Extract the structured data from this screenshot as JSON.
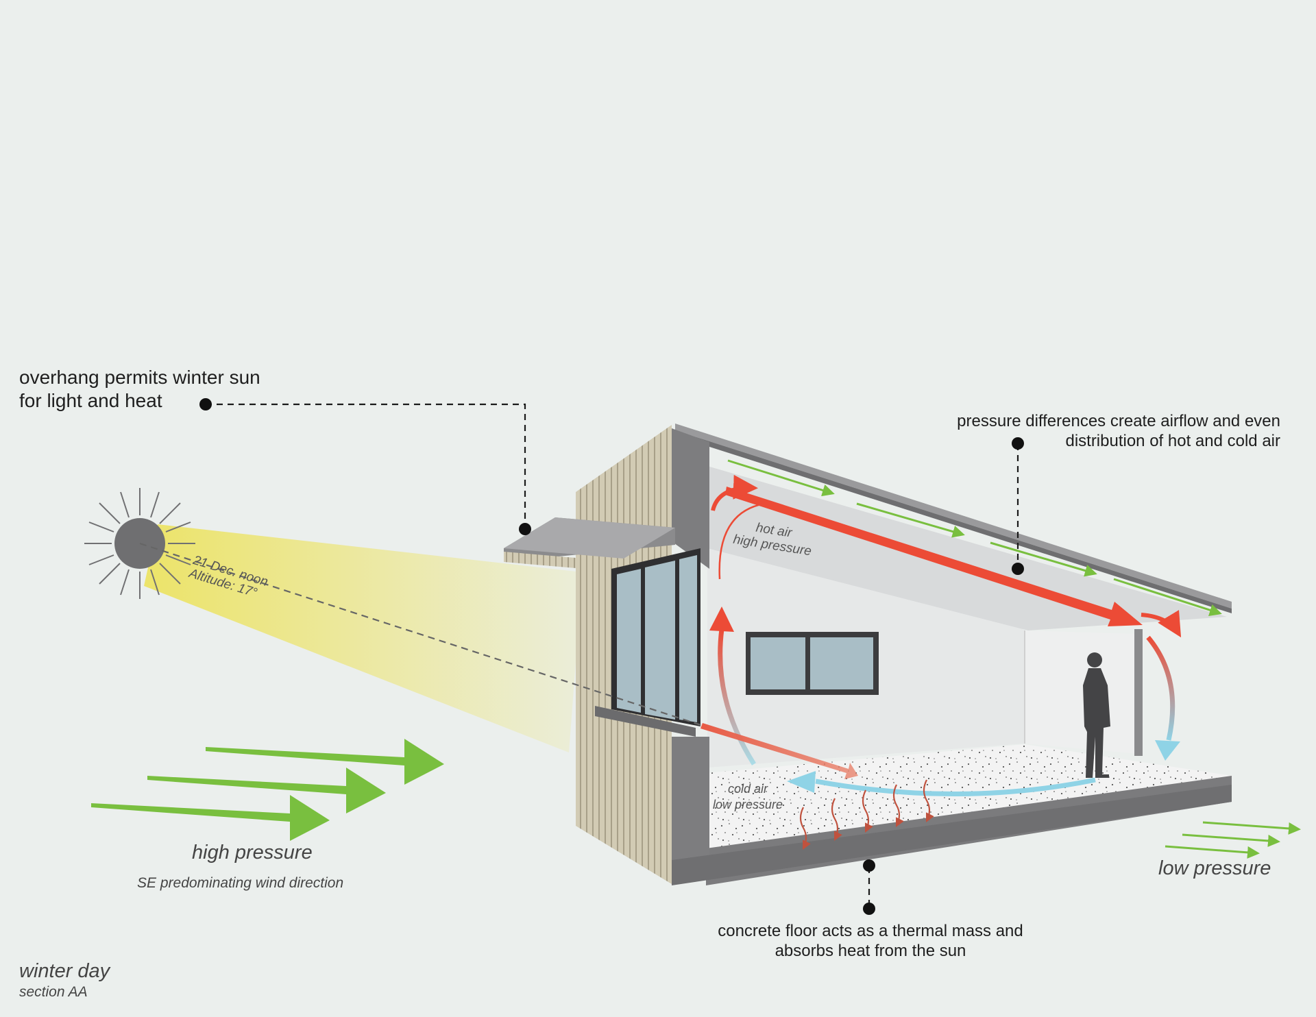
{
  "callouts": {
    "overhang": [
      "overhang permits winter sun",
      "for light and heat"
    ],
    "pressure": [
      "pressure differences create airflow and even",
      "distribution of hot and cold air"
    ],
    "floor": [
      "concrete floor acts as a thermal mass and",
      "absorbs heat from the sun"
    ]
  },
  "sun": {
    "date_label": "21 Dec. noon",
    "altitude_label": "Altitude: 17°"
  },
  "wind": {
    "high_pressure": "high pressure",
    "direction": "SE predominating wind direction",
    "low_pressure": "low pressure"
  },
  "interior": {
    "hot_air": "hot air",
    "hot_pressure": "high pressure",
    "cold_air": "cold air",
    "cold_pressure": "low pressure"
  },
  "caption": {
    "title": "winter day",
    "subtitle": "section AA"
  },
  "colors": {
    "background": "#ebefed",
    "wall_section": "#7d7d7f",
    "cladding": "#cfc8b2",
    "sun_beam": "#ece06a",
    "hot_air": "#ec4b36",
    "cold_air": "#8fd3e6",
    "wind": "#79bf3f",
    "glass": "#a9bec6",
    "floor": "#f2f2f2"
  }
}
